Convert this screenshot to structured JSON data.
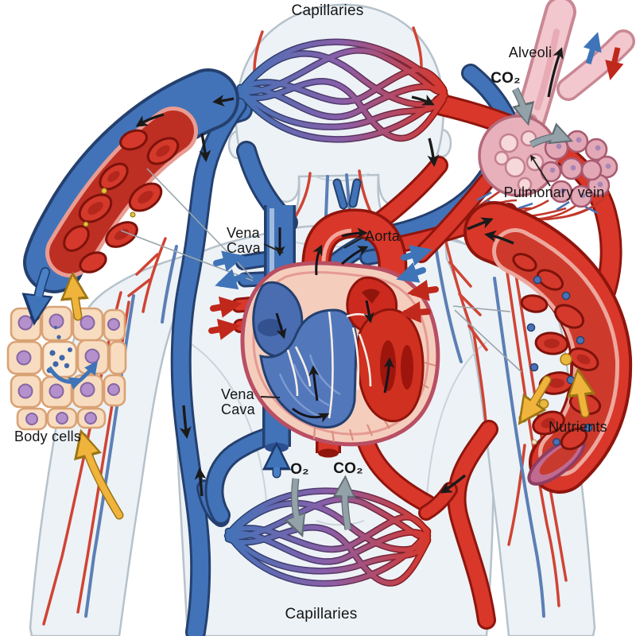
{
  "labels": {
    "capillaries_top": "Capillaries",
    "alveoli": "Alveoli",
    "co2_upper": "CO₂",
    "pulmonary_vein": "Pulmonary vein",
    "vena_cava_upper_line1": "Vena",
    "vena_cava_upper_line2": "Cava",
    "aorta": "Aorta",
    "vena_cava_lower_line1": "Vena",
    "vena_cava_lower_line2": "Cava",
    "body_cells": "Body cells",
    "nutrients": "Nutrients",
    "o2_lower": "O₂",
    "co2_lower": "CO₂",
    "capillaries_bottom": "Capillaries"
  },
  "palette": {
    "arterial_red": "#d8372a",
    "arterial_dark": "#8f150d",
    "venous_blue": "#4273b8",
    "venous_dark": "#24406f",
    "capillary_purple": "#8a5fa8",
    "gas_arrow_gray": "#93a2a8",
    "nutrient_arrow_yellow": "#f0b43c",
    "silhouette_fill": "#edf2f6",
    "silhouette_line": "#b6c2cb",
    "cell_fill": "#f8dcc0",
    "cell_nucleus": "#b491cc",
    "alveoli_pink": "#e7b0ba",
    "label_color": "#151515"
  }
}
